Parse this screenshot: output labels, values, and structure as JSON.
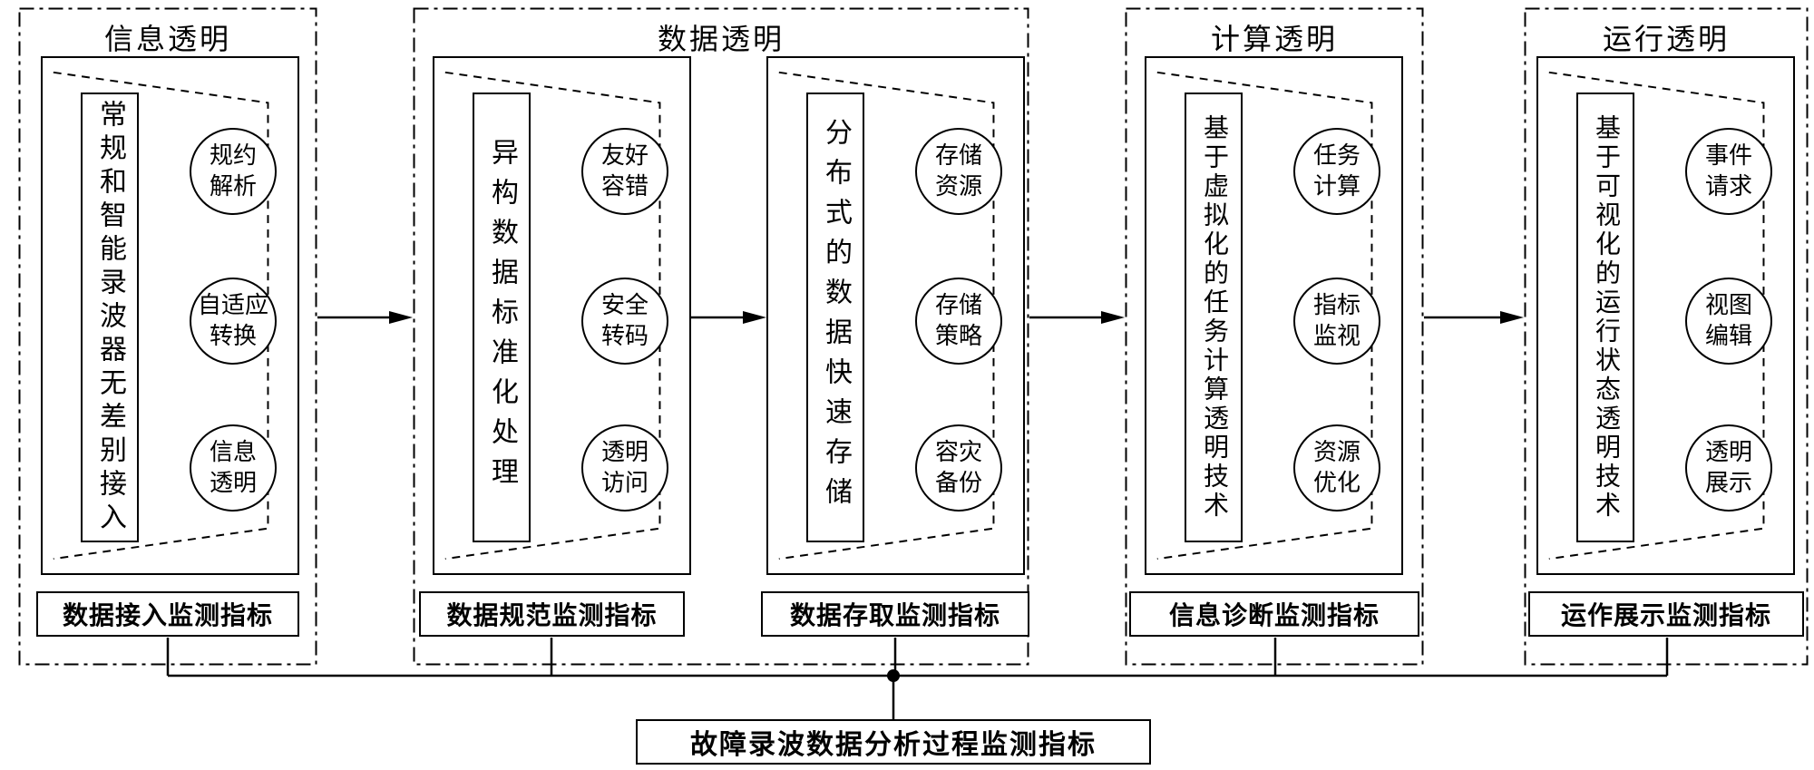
{
  "sections": [
    {
      "title": "信息透明",
      "units": [
        {
          "vertical_text": "常规和智能录波器无差别接入",
          "circles": [
            "规约\n解析",
            "自适应\n转换",
            "信息\n透明"
          ],
          "label": "数据接入监测指标"
        }
      ]
    },
    {
      "title": "数据透明",
      "units": [
        {
          "vertical_text": "异构数据标准化处理",
          "circles": [
            "友好\n容错",
            "安全\n转码",
            "透明\n访问"
          ],
          "label": "数据规范监测指标"
        },
        {
          "vertical_text": "分布式的数据快速存储",
          "circles": [
            "存储\n资源",
            "存储\n策略",
            "容灾\n备份"
          ],
          "label": "数据存取监测指标"
        }
      ]
    },
    {
      "title": "计算透明",
      "units": [
        {
          "vertical_text": "基于虚拟化的任务计算透明技术",
          "circles": [
            "任务\n计算",
            "指标\n监视",
            "资源\n优化"
          ],
          "label": "信息诊断监测指标"
        }
      ]
    },
    {
      "title": "运行透明",
      "units": [
        {
          "vertical_text": "基于可视化的运行状态透明技术",
          "circles": [
            "事件\n请求",
            "视图\n编辑",
            "透明\n展示"
          ],
          "label": "运作展示监测指标"
        }
      ]
    }
  ],
  "bottom_box": "故障录波数据分析过程监测指标"
}
